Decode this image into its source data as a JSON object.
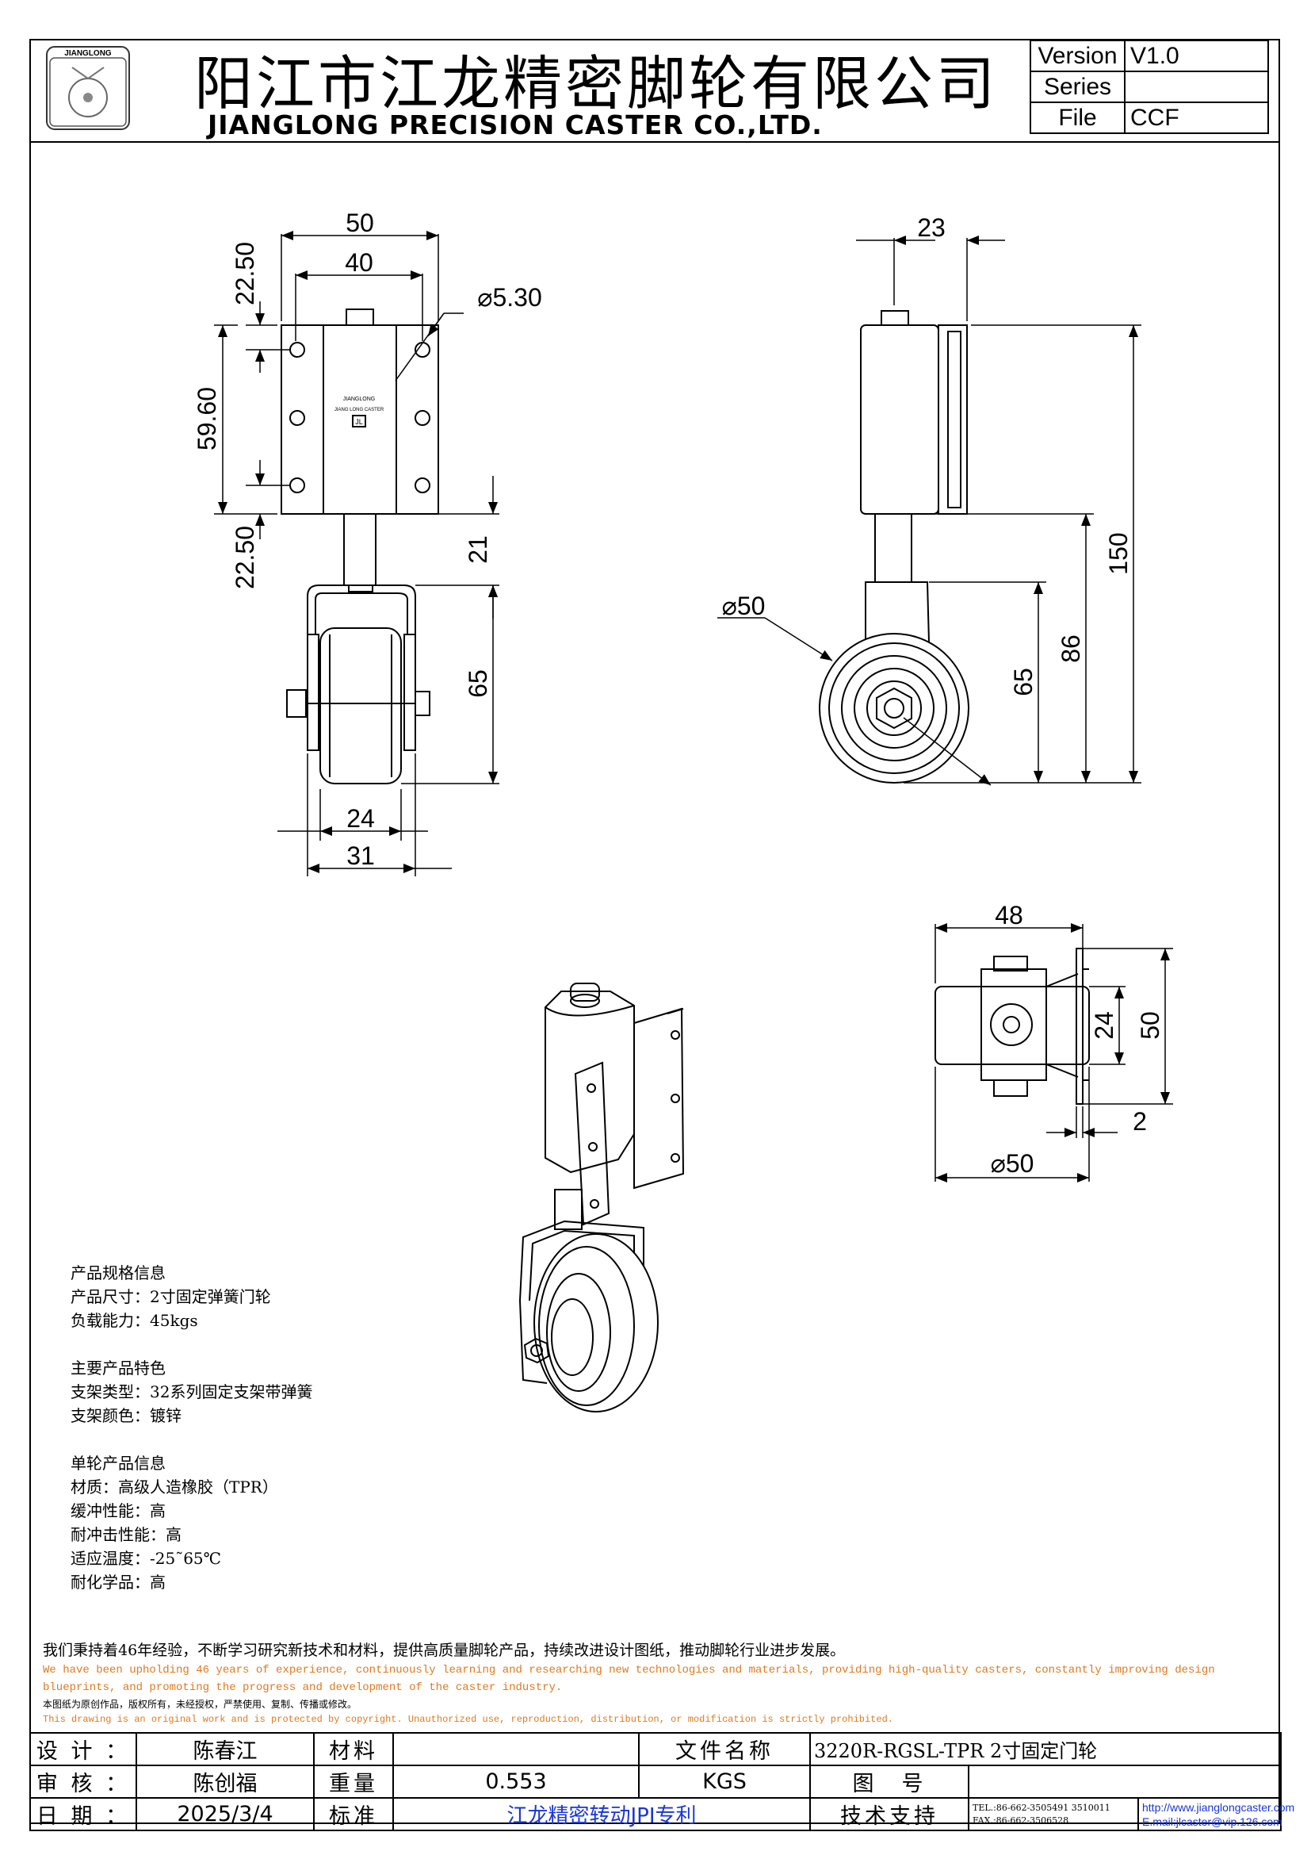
{
  "header": {
    "logo_text": "JIANGLONG",
    "company_cn": "阳江市江龙精密脚轮有限公司",
    "company_en": "JIANGLONG PRECISION CASTER CO.,LTD.",
    "revision": [
      {
        "key": "Version",
        "value": "V1.0"
      },
      {
        "key": "Series",
        "value": ""
      },
      {
        "key": "File",
        "value": "CCF"
      }
    ]
  },
  "front_view": {
    "dims": [
      "50",
      "40",
      "22.50",
      "59.60",
      "22.50",
      "⌀5.30",
      "21",
      "65",
      "24",
      "31"
    ],
    "label_text": [
      "JIANGLONG",
      "JIANG LONG CASTER",
      "JL"
    ]
  },
  "side_view": {
    "dims": [
      "23",
      "150",
      "86",
      "65",
      "⌀50"
    ]
  },
  "bottom_view": {
    "dims": [
      "48",
      "24",
      "50",
      "2",
      "⌀50"
    ]
  },
  "specs": {
    "groups": [
      [
        "产品规格信息",
        "产品尺寸：2寸固定弹簧门轮",
        "负载能力：45kgs"
      ],
      [
        "主要产品特色",
        "支架类型：32系列固定支架带弹簧",
        "支架颜色：镀锌"
      ],
      [
        "单轮产品信息",
        "材质：高级人造橡胶（TPR）",
        "缓冲性能：高",
        "耐冲击性能：高",
        "适应温度：-25˜65℃",
        "耐化学品：高"
      ]
    ]
  },
  "statement": {
    "cn": "我们秉持着46年经验，不断学习研究新技术和材料，提供高质量脚轮产品，持续改进设计图纸，推动脚轮行业进步发展。",
    "en": "We have been upholding 46 years of experience, continuously learning and researching new technologies and materials, providing high-quality casters, constantly improving design blueprints, and promoting the progress and development of the caster industry.",
    "copyright_cn": "本图纸为原创作品，版权所有，未经授权，严禁使用、复制、传播或修改。",
    "copyright_en": "This drawing is an original work and is protected by copyright. Unauthorized use, reproduction, distribution, or modification is strictly prohibited."
  },
  "title_block": {
    "designer_label": "设 计 ：",
    "designer": "陈春江",
    "material_label": "材料",
    "material": "",
    "filename_label": "文件名称",
    "filename": "3220R-RGSL-TPR 2寸固定门轮",
    "reviewer_label": "审 核 ：",
    "reviewer": "陈创福",
    "weight_label": "重量",
    "weight": "0.553",
    "weight_unit": "KGS",
    "drawing_no_label": "图　号",
    "drawing_no": "",
    "date_label": "日 期 ：",
    "date": "2025/3/4",
    "standard_label": "标准",
    "standard": "江龙精密转动JPI专利",
    "support_label": "技术支持",
    "tel": "TEL.:86-662-3505491 3510011",
    "fax": "FAX.:86-662-3506528",
    "url": "http://www.jianglongcaster.com",
    "email": "E.mail:jlcaster@vip.126.com"
  },
  "colors": {
    "accent_blue": "#1a35d6",
    "statement_orange": "#e07a1f"
  }
}
